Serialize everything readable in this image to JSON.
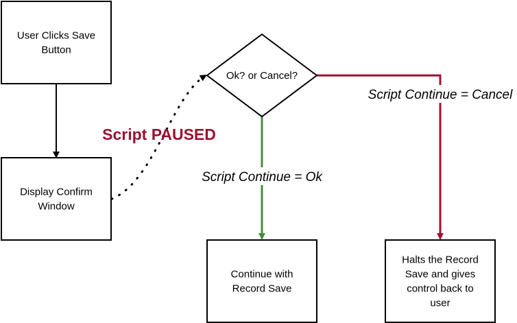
{
  "colors": {
    "stroke": "#000000",
    "ok_branch": "#4a8a3c",
    "cancel_branch": "#9e1030",
    "paused_label": "#9e1030"
  },
  "nodes": {
    "user_clicks_save": [
      "User Clicks Save",
      "Button"
    ],
    "display_confirm": [
      "Display Confirm",
      "Window"
    ],
    "decision": [
      "Ok? or Cancel?"
    ],
    "continue_save": [
      "Continue with",
      "Record Save"
    ],
    "halts_save": [
      "Halts the Record",
      "Save and gives",
      "control back to",
      "user"
    ]
  },
  "labels": {
    "paused": "Script PAUSED",
    "ok": "Script Continue = Ok",
    "cancel": "Script Continue = Cancel"
  }
}
